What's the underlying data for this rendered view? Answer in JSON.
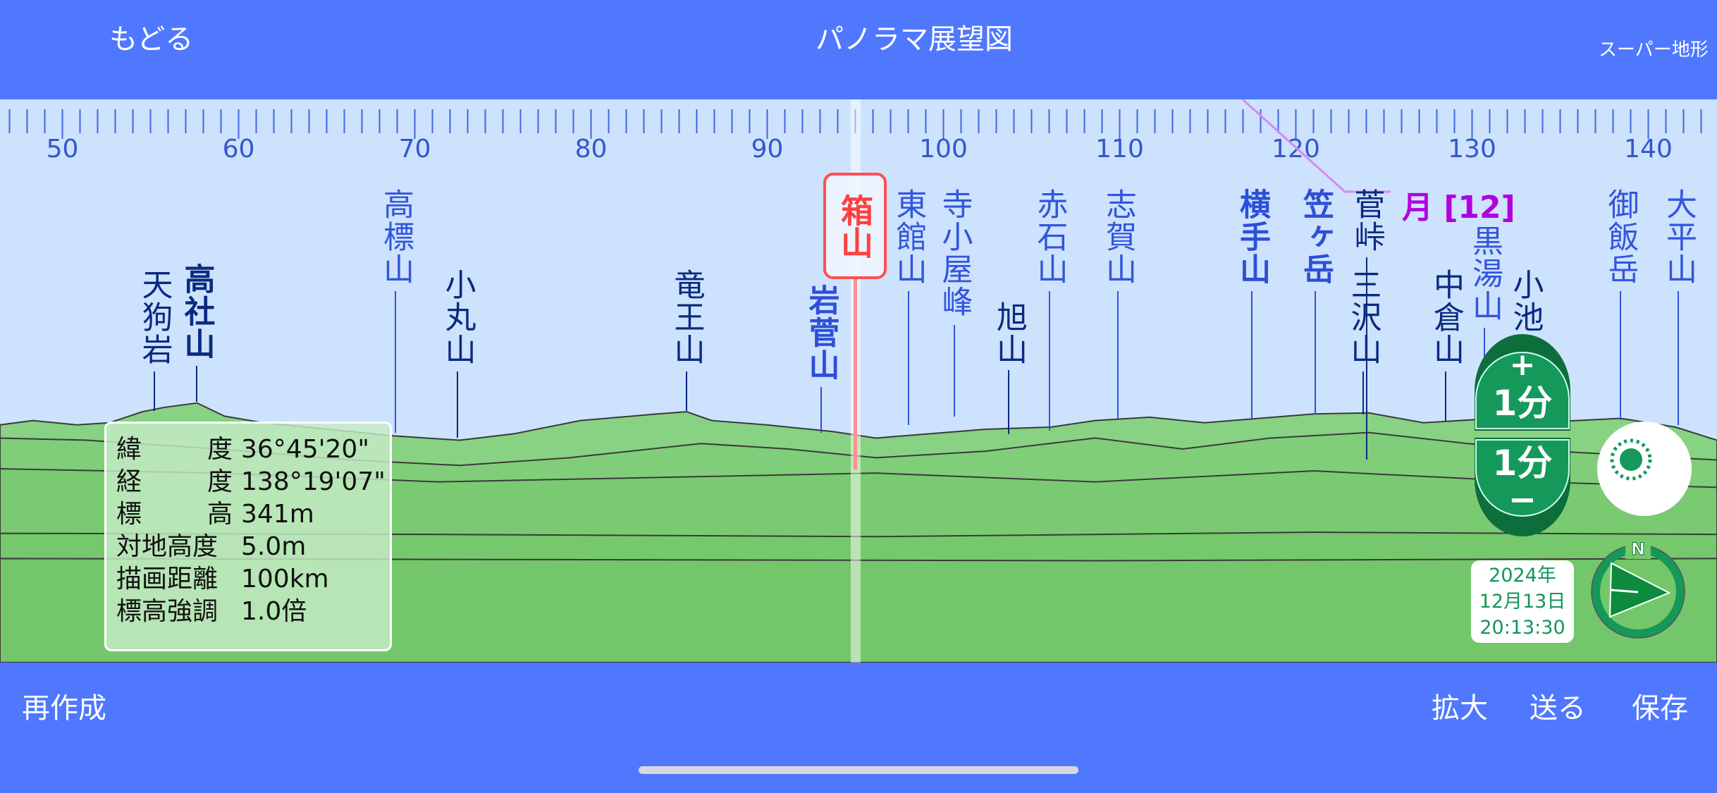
{
  "header": {
    "back": "もどる",
    "title": "パノラマ展望図",
    "terrain": "スーパー地形"
  },
  "footer": {
    "recreate": "再作成",
    "zoom": "拡大",
    "send": "送る",
    "save": "保存"
  },
  "ruler": {
    "labels": [
      "50",
      "60",
      "70",
      "80",
      "90",
      "100",
      "110",
      "120",
      "130",
      "140"
    ],
    "start_deg": 50,
    "step_deg": 10,
    "min_deg": 46,
    "max_deg": 143
  },
  "selected": {
    "name": "箱山",
    "bearing_deg": 95
  },
  "peaks": [
    {
      "name": "天狗岩",
      "deg": 55.2,
      "style": "dark"
    },
    {
      "name": "高社山",
      "deg": 57.6,
      "style": "darkbold"
    },
    {
      "name": "高標山",
      "deg": 68.9,
      "style": "blue"
    },
    {
      "name": "小丸山",
      "deg": 72.4,
      "style": "dark"
    },
    {
      "name": "竜王山",
      "deg": 85.4,
      "style": "dark"
    },
    {
      "name": "岩菅山",
      "deg": 94.0,
      "style": "bluebold"
    },
    {
      "name": "東館山",
      "deg": 98.0,
      "style": "blue"
    },
    {
      "name": "寺小屋峰",
      "deg": 100.6,
      "style": "blue"
    },
    {
      "name": "旭山",
      "deg": 103.7,
      "style": "dark"
    },
    {
      "name": "赤石山",
      "deg": 106.0,
      "style": "blue"
    },
    {
      "name": "志賀山",
      "deg": 109.9,
      "style": "blue"
    },
    {
      "name": "横手山",
      "deg": 117.5,
      "style": "bluebold"
    },
    {
      "name": "笠ヶ岳",
      "deg": 121.1,
      "style": "bluebold"
    },
    {
      "name": "菅峠",
      "deg": 124.0,
      "style": "dark"
    },
    {
      "name": "三沢山",
      "deg": 123.8,
      "style": "dark"
    },
    {
      "name": "中倉山",
      "deg": 128.5,
      "style": "dark"
    },
    {
      "name": "黒湯山",
      "deg": 130.7,
      "style": "blue"
    },
    {
      "name": "小池",
      "deg": 133.0,
      "style": "dark"
    },
    {
      "name": "御飯岳",
      "deg": 138.4,
      "style": "blue"
    },
    {
      "name": "大平山",
      "deg": 141.7,
      "style": "blue"
    }
  ],
  "moon": {
    "label": "月 [12]"
  },
  "info": [
    {
      "key": "緯度",
      "value": "36°45'20\""
    },
    {
      "key": "経度",
      "value": "138°19'07\""
    },
    {
      "key": "標高",
      "value": "341m"
    },
    {
      "key": "対地高度",
      "value": "5.0m"
    },
    {
      "key": "描画距離",
      "value": "100km"
    },
    {
      "key": "標高強調",
      "value": "1.0倍"
    }
  ],
  "time_controls": {
    "plus": "+",
    "minus": "−",
    "step": "1分"
  },
  "datetime": {
    "year": "2024年",
    "date": "12月13日",
    "time": "20:13:30"
  },
  "compass": {
    "north": "N"
  },
  "colors": {
    "bar": "#4f78ff",
    "sky": "#cde2fd",
    "ground": "#76c86c",
    "button_green": "#14955a",
    "moon": "#b000e0",
    "selected": "#ff4444"
  }
}
